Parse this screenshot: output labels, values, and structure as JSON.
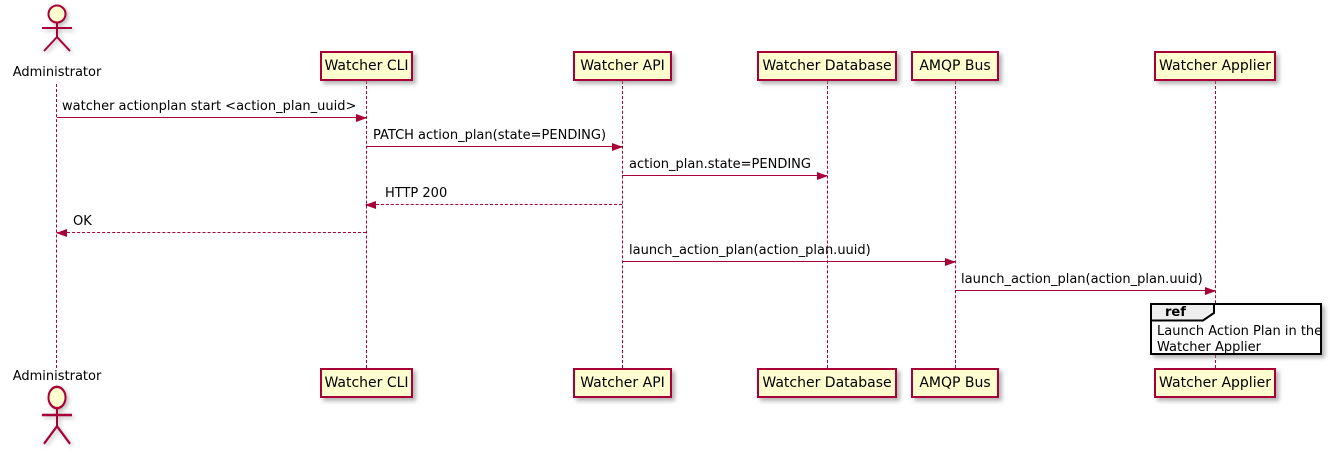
{
  "colors": {
    "participant_fill": "#FEFECE",
    "participant_border": "#A80036",
    "lifeline": "#A80036",
    "arrow": "#A80036",
    "text": "#000000",
    "ref_border": "#000000",
    "ref_header_fill": "#EEEEEE",
    "ref_fill": "#FFFFFF"
  },
  "actor": {
    "name": "Administrator"
  },
  "participants": [
    {
      "label": "Watcher CLI"
    },
    {
      "label": "Watcher API"
    },
    {
      "label": "Watcher Database"
    },
    {
      "label": "AMQP Bus"
    },
    {
      "label": "Watcher Applier"
    }
  ],
  "messages": [
    {
      "from": "Administrator",
      "to": "Watcher CLI",
      "label": "watcher actionplan start <action_plan_uuid>",
      "line": "solid"
    },
    {
      "from": "Watcher CLI",
      "to": "Watcher API",
      "label": "PATCH action_plan(state=PENDING)",
      "line": "solid"
    },
    {
      "from": "Watcher API",
      "to": "Watcher Database",
      "label": "action_plan.state=PENDING",
      "line": "solid"
    },
    {
      "from": "Watcher API",
      "to": "Watcher CLI",
      "label": "HTTP 200",
      "line": "dashed"
    },
    {
      "from": "Watcher CLI",
      "to": "Administrator",
      "label": "OK",
      "line": "dashed"
    },
    {
      "from": "Watcher API",
      "to": "AMQP Bus",
      "label": "launch_action_plan(action_plan.uuid)",
      "line": "solid"
    },
    {
      "from": "AMQP Bus",
      "to": "Watcher Applier",
      "label": "launch_action_plan(action_plan.uuid)",
      "line": "solid"
    }
  ],
  "ref_fragment": {
    "keyword": "ref",
    "lines": [
      "Launch Action Plan in the",
      "Watcher Applier"
    ]
  }
}
